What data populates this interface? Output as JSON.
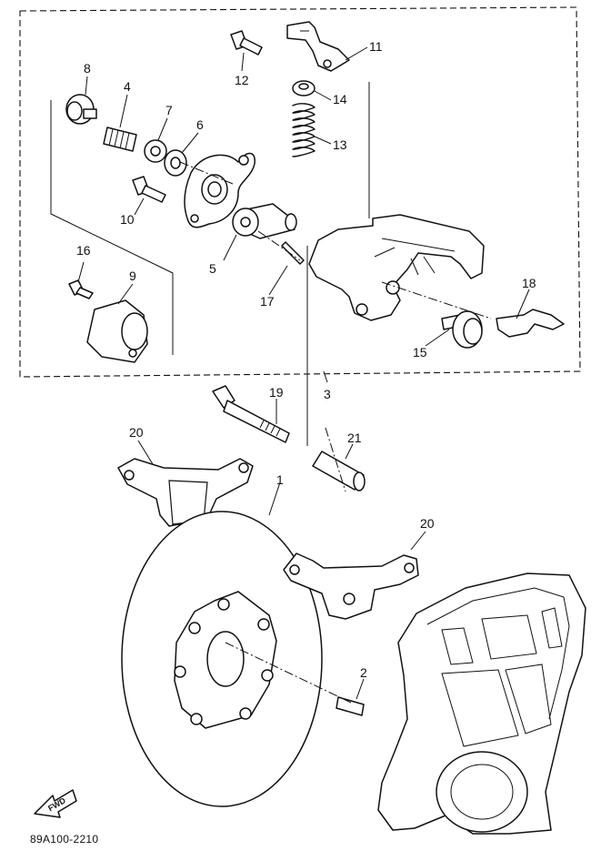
{
  "diagram": {
    "callouts": [
      {
        "id": "c8",
        "text": "8"
      },
      {
        "id": "c4",
        "text": "4"
      },
      {
        "id": "c7",
        "text": "7"
      },
      {
        "id": "c6",
        "text": "6"
      },
      {
        "id": "c10",
        "text": "10"
      },
      {
        "id": "c12",
        "text": "12"
      },
      {
        "id": "c11",
        "text": "11"
      },
      {
        "id": "c14",
        "text": "14"
      },
      {
        "id": "c13",
        "text": "13"
      },
      {
        "id": "c5",
        "text": "5"
      },
      {
        "id": "c17",
        "text": "17"
      },
      {
        "id": "c16",
        "text": "16"
      },
      {
        "id": "c9",
        "text": "9"
      },
      {
        "id": "c18",
        "text": "18"
      },
      {
        "id": "c15",
        "text": "15"
      },
      {
        "id": "c3",
        "text": "3"
      },
      {
        "id": "c19",
        "text": "19"
      },
      {
        "id": "c20a",
        "text": "20"
      },
      {
        "id": "c21",
        "text": "21"
      },
      {
        "id": "c1",
        "text": "1"
      },
      {
        "id": "c20b",
        "text": "20"
      },
      {
        "id": "c2",
        "text": "2"
      }
    ],
    "fwd_text": "FWD",
    "figure_code": "89A100-2210"
  }
}
